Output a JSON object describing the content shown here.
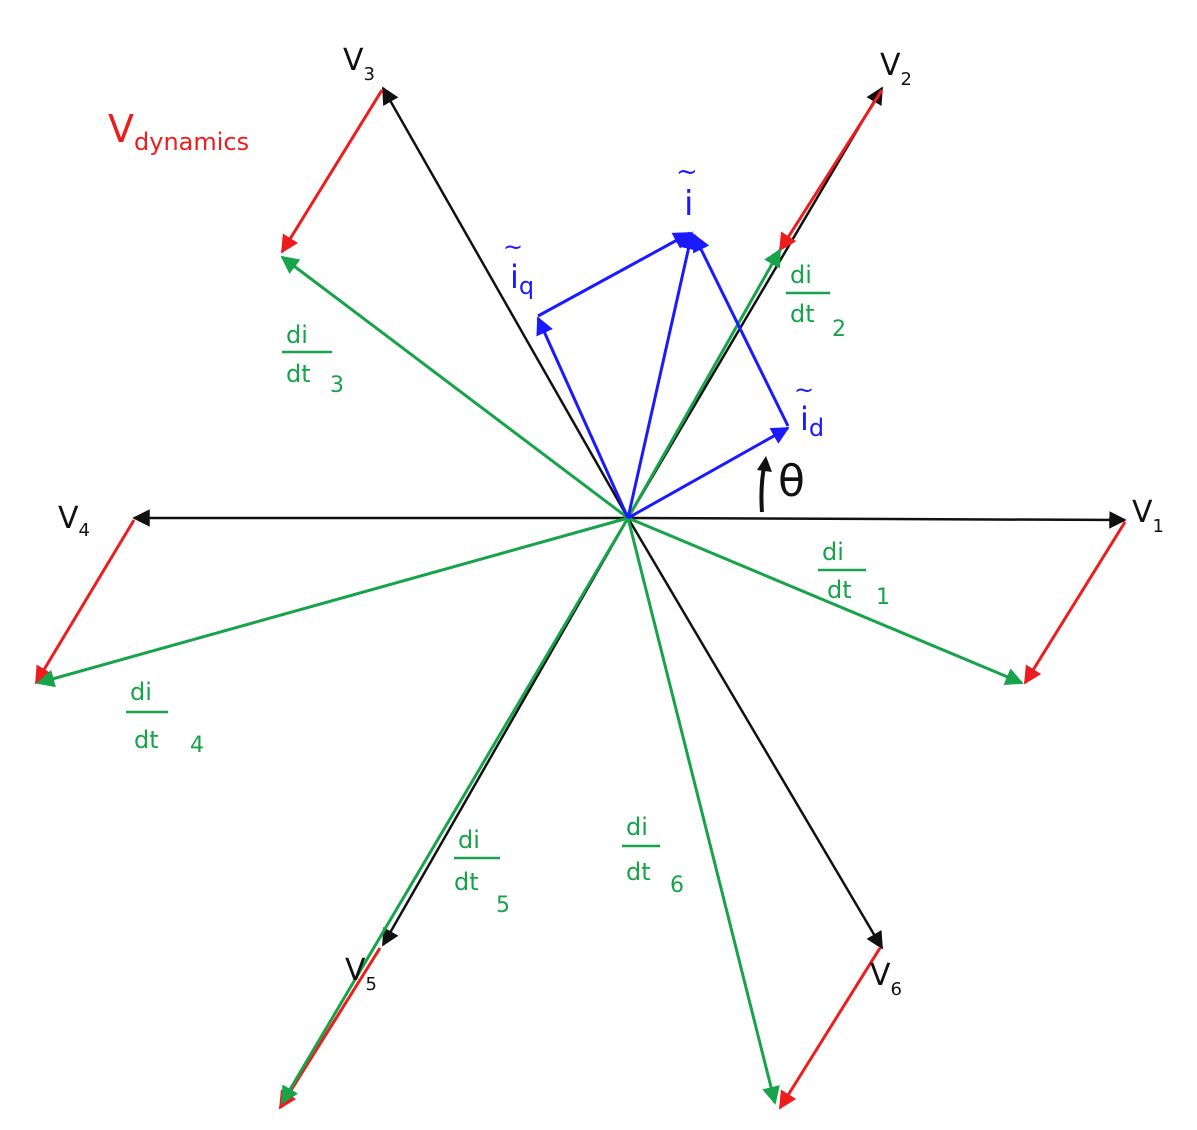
{
  "colors": {
    "voltage": "#111111",
    "dynamics": "#ee1c1c",
    "current": "#1a1aff",
    "didt": "#17a34a"
  },
  "labels": {
    "v_letter": "V",
    "v1_sub": "1",
    "v2_sub": "2",
    "v3_sub": "3",
    "v4_sub": "4",
    "v5_sub": "5",
    "v6_sub": "6",
    "vdyn_main": "V",
    "vdyn_sub": "dynamics",
    "tilde": "~",
    "i_main": "i",
    "iq_sub": "q",
    "id_sub": "d",
    "theta": "θ",
    "di": "di",
    "dt": "dt",
    "didt1_sub": "1",
    "didt2_sub": "2",
    "didt3_sub": "3",
    "didt4_sub": "4",
    "didt5_sub": "5",
    "didt6_sub": "6"
  }
}
